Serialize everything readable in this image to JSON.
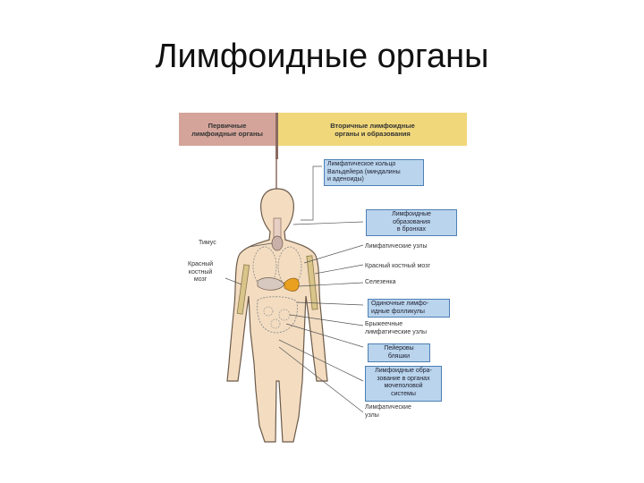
{
  "title": "Лимфоидные органы",
  "header": {
    "primary": "Первичные\nлимфоидные органы",
    "secondary": "Вторичные лимфоидные\nорганы и образования"
  },
  "boxes": {
    "waldeyer_ring": "Лимфатическое кольцо\nВальдейера (миндалины\nи аденоиды)",
    "bronchial": "Лимфоидные\nобразования\nв бронхах",
    "solitary_follicles": "Одиночные лимфо-\nидные фолликулы",
    "peyer": "Пейеровы\nбляшки",
    "urogenital": "Лимфоидные обра-\nзование в органах\nмочеполовой\nсистемы"
  },
  "labels": {
    "thymus": "Тимус",
    "red_marrow": "Красный\nкостный\nмозг",
    "lymph_nodes": "Лимфатические узлы",
    "red_marrow_right": "Красный костный мозг",
    "spleen": "Селезенка",
    "mesenteric_nodes": "Брыжеечные\nлимфатические узлы",
    "lymph_nodes_bottom": "Лимфатические\nузлы"
  },
  "colors": {
    "body": "#f3dcc0",
    "body_outline": "#6b5a4a",
    "primary_header": "#d4a49a",
    "secondary_header": "#f0d77a",
    "box_fill": "#b9d4ec",
    "box_border": "#4d7fb5",
    "spleen": "#e9a020"
  }
}
